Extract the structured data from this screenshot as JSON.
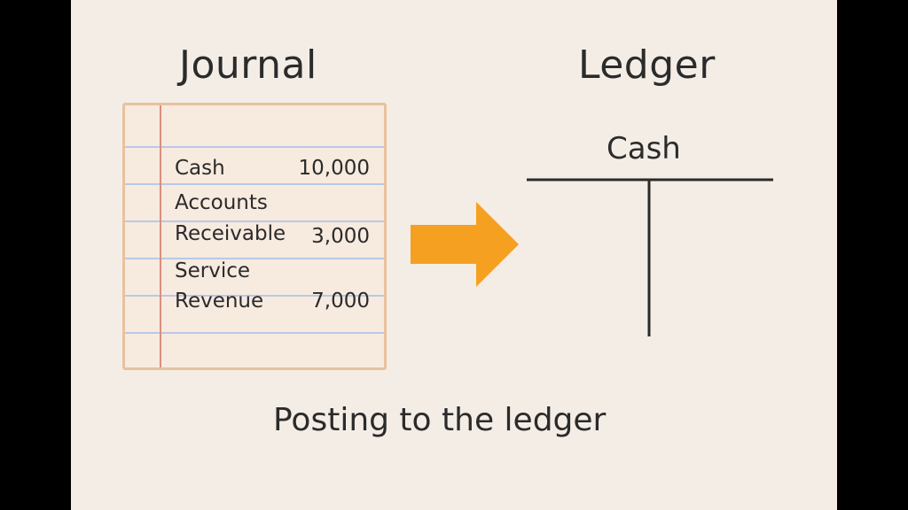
{
  "journal": {
    "title": "Journal",
    "entries": [
      {
        "account": "Cash",
        "amount": "10,000"
      },
      {
        "account_line1": "Accounts",
        "account_line2": "Receivable",
        "amount": "3,000"
      },
      {
        "account_line1": "Service",
        "account_line2": "Revenue",
        "amount": "7,000"
      }
    ]
  },
  "arrow": {
    "icon": "right-arrow-icon",
    "color": "#f5a020"
  },
  "ledger": {
    "title": "Ledger",
    "account_name": "Cash"
  },
  "caption": "Posting to the ledger",
  "colors": {
    "background": "#f4ede6",
    "notepad_border": "#e7c29e",
    "notepad_rule": "#b9c9e6",
    "notepad_margin": "#d98d80",
    "text": "#2b2b2b"
  }
}
